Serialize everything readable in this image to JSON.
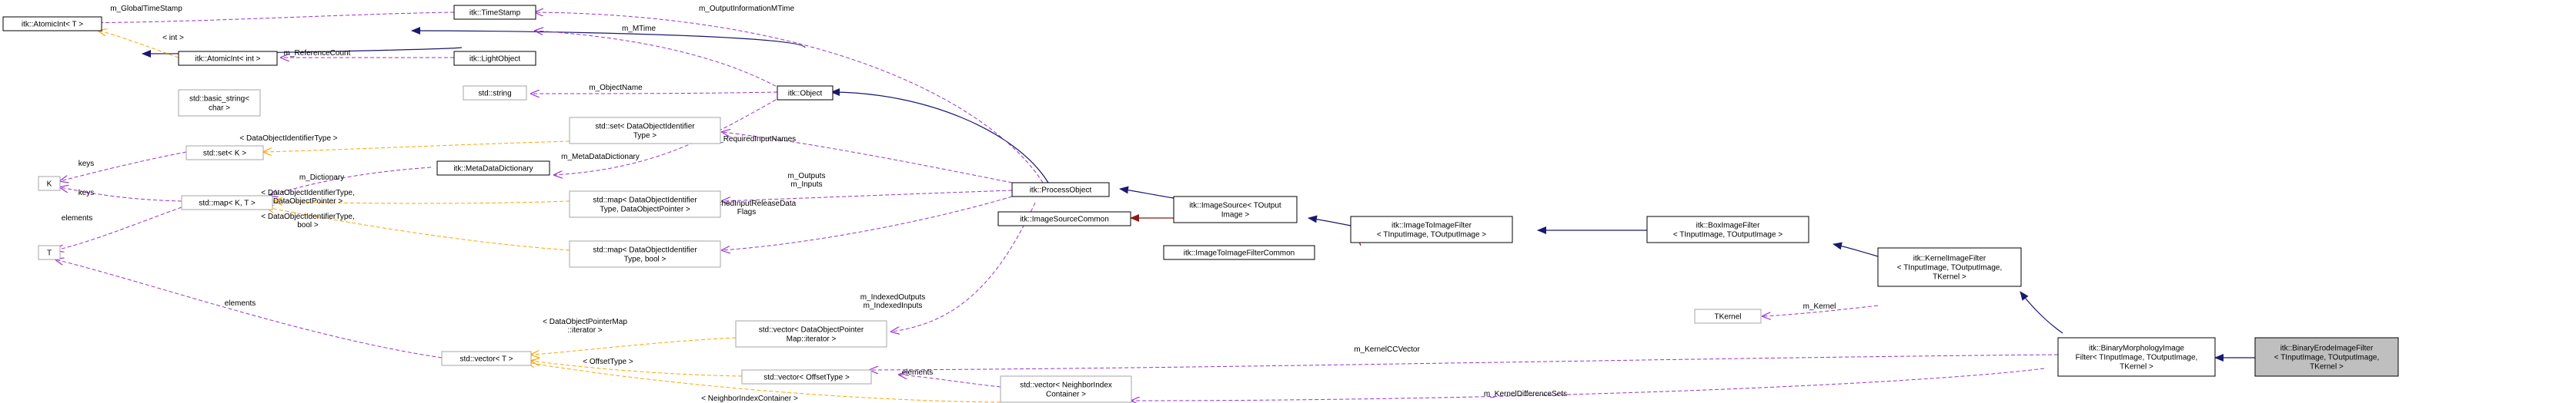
{
  "nodes": {
    "atomic_int_t": {
      "lines": [
        "itk::AtomicInt< T >"
      ]
    },
    "atomic_int_int": {
      "lines": [
        "itk::AtomicInt< int >"
      ]
    },
    "time_stamp": {
      "lines": [
        "itk::TimeStamp"
      ]
    },
    "light_object": {
      "lines": [
        "itk::LightObject"
      ]
    },
    "std_string": {
      "lines": [
        "std::string"
      ]
    },
    "basic_string": {
      "lines": [
        "std::basic_string<",
        "char >"
      ]
    },
    "object": {
      "lines": [
        "itk::Object"
      ]
    },
    "set_doi": {
      "lines": [
        "std::set< DataObjectIdentifier",
        "Type >"
      ]
    },
    "set_k": {
      "lines": [
        "std::set< K >"
      ]
    },
    "k": {
      "lines": [
        "K"
      ]
    },
    "meta_dict": {
      "lines": [
        "itk::MetaDataDictionary"
      ]
    },
    "map_kt": {
      "lines": [
        "std::map< K, T >"
      ]
    },
    "map_doi_ptr": {
      "lines": [
        "std::map< DataObjectIdentifier",
        "Type, DataObjectPointer >"
      ]
    },
    "map_doi_bool": {
      "lines": [
        "std::map< DataObjectIdentifier",
        "Type, bool >"
      ]
    },
    "t": {
      "lines": [
        "T"
      ]
    },
    "process_object": {
      "lines": [
        "itk::ProcessObject"
      ]
    },
    "image_source": {
      "lines": [
        "itk::ImageSource< TOutput",
        "Image >"
      ]
    },
    "image_source_common": {
      "lines": [
        "itk::ImageSourceCommon"
      ]
    },
    "i2i_filter": {
      "lines": [
        "itk::ImageToImageFilter",
        "< TInputImage, TOutputImage >"
      ]
    },
    "i2i_filter_common": {
      "lines": [
        "itk::ImageToImageFilterCommon"
      ]
    },
    "box_filter": {
      "lines": [
        "itk::BoxImageFilter",
        "< TInputImage, TOutputImage >"
      ]
    },
    "kernel_filter": {
      "lines": [
        "itk::KernelImageFilter",
        "< TInputImage, TOutputImage,",
        "TKernel >"
      ]
    },
    "tkernel": {
      "lines": [
        "TKernel"
      ]
    },
    "binary_morph": {
      "lines": [
        "itk::BinaryMorphologyImage",
        "Filter< TInputImage, TOutputImage,",
        "TKernel >"
      ]
    },
    "binary_erode": {
      "lines": [
        "itk::BinaryErodeImageFilter",
        "< TInputImage, TOutputImage,",
        "TKernel >"
      ]
    },
    "vector_t": {
      "lines": [
        "std::vector< T >"
      ]
    },
    "vector_dop": {
      "lines": [
        "std::vector< DataObjectPointer",
        "Map::iterator >"
      ]
    },
    "vector_offset": {
      "lines": [
        "std::vector< OffsetType >"
      ]
    },
    "vector_neighbor": {
      "lines": [
        "std::vector< NeighborIndex",
        "Container >"
      ]
    }
  },
  "edge_labels": {
    "global_time_stamp": [
      "m_GlobalTimeStamp"
    ],
    "int": [
      "< int >"
    ],
    "reference_count": [
      "m_ReferenceCount"
    ],
    "m_time": [
      "m_MTime"
    ],
    "output_info_mtime": [
      "m_OutputInformationMTime"
    ],
    "object_name": [
      "m_ObjectName"
    ],
    "doi_type": [
      "< DataObjectIdentifierType >"
    ],
    "keys_set": [
      "keys"
    ],
    "keys_map": [
      "keys"
    ],
    "m_dictionary": [
      "m_Dictionary"
    ],
    "meta_data_dictionary": [
      "m_MetaDataDictionary"
    ],
    "required_input_names": [
      "m_RequiredInputNames"
    ],
    "doi_ptr_tmpl": [
      "< DataObjectIdentifierType,",
      "DataObjectPointer >"
    ],
    "doi_bool_tmpl": [
      "< DataObjectIdentifierType,",
      "bool >"
    ],
    "elements_map": [
      "elements"
    ],
    "outputs_inputs": [
      "m_Outputs",
      "m_Inputs"
    ],
    "cached_input": [
      "m_CachedInputReleaseData",
      "Flags"
    ],
    "elements_vector": [
      "elements"
    ],
    "dop_map_iter": [
      "< DataObjectPointerMap",
      "::iterator >"
    ],
    "indexed": [
      "m_IndexedOutputs",
      "m_IndexedInputs"
    ],
    "offset_type": [
      "< OffsetType >"
    ],
    "neighbor_container": [
      "< NeighborIndexContainer >"
    ],
    "elements_neighbor": [
      "elements"
    ],
    "kernel": [
      "m_Kernel"
    ],
    "kernel_ccvector": [
      "m_KernelCCVector"
    ],
    "kernel_difference_sets": [
      "m_KernelDifferenceSets"
    ]
  },
  "colors": {
    "inheritance": "#191970",
    "usage": "#9a32cd",
    "template": "#ffa500",
    "private_inheritance": "#8b1a1a",
    "focus_fill": "#bfbfbf",
    "undocumented_border": "#a6a6a6"
  }
}
